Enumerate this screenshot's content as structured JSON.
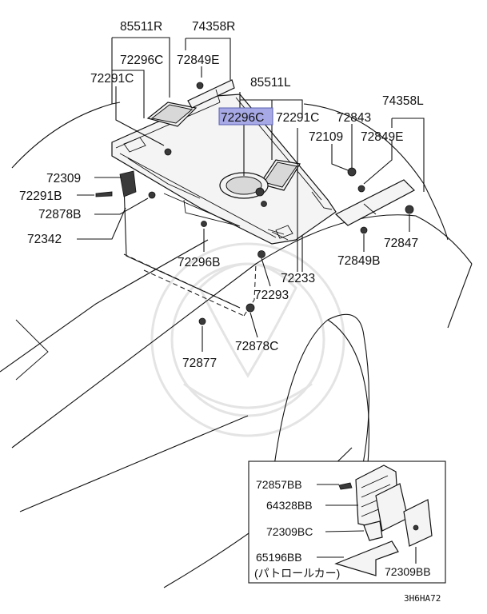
{
  "labels": {
    "p85511R": "85511R",
    "p74358R": "74358R",
    "p72296C_top": "72296C",
    "p72849E_top": "72849E",
    "p72291C_left": "72291C",
    "p85511L": "85511L",
    "p72296C_hl": "72296C",
    "p72291C_mid": "72291C",
    "p72843": "72843",
    "p74358L": "74358L",
    "p72109": "72109",
    "p72849E_right": "72849E",
    "p72309": "72309",
    "p72291B": "72291B",
    "p72878B": "72878B",
    "p72342": "72342",
    "p72296B": "72296B",
    "p72233": "72233",
    "p72847": "72847",
    "p72849B": "72849B",
    "p72293": "72293",
    "p72878C": "72878C",
    "p72877": "72877",
    "p72857BB": "72857BB",
    "p64328BB": "64328BB",
    "p72309BC": "72309BC",
    "p65196BB": "65196BB",
    "p65196BB_note": "(パトロールカー)",
    "p72309BB": "72309BB"
  },
  "diagram_code": "3H6HA72",
  "highlight_color": "#a7a9e6",
  "highlighted_part": "72296C"
}
